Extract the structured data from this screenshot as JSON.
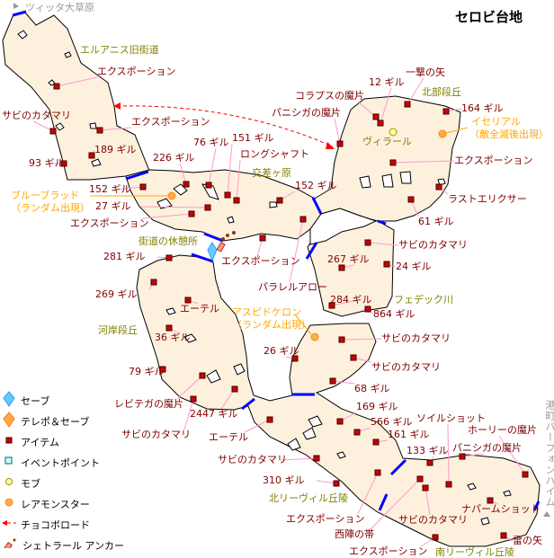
{
  "title": "セロビ台地",
  "exits": {
    "north": "ツィッタ大草原",
    "east": "港町バーフォンハイム"
  },
  "colors": {
    "ground": "#fdf1dd",
    "wall": "#0000ff",
    "item": "#cc0000",
    "leader": "#ff99cc",
    "area": "#808000",
    "rare": "#ffa800",
    "road": "#ff0000"
  },
  "areas": [
    "エルアニス旧街道",
    "交差ヶ原",
    "北部段丘",
    "街道の休憩所",
    "フェデック川",
    "河岸段丘",
    "北リーヴィル丘陵",
    "南リーヴィル丘陵"
  ],
  "mob": "ヴィラール",
  "rare_monsters": [
    {
      "name": "ブルーブラッド",
      "note": "（ランダム出現）"
    },
    {
      "name": "イセリアル",
      "note": "（敵全滅後出現）"
    },
    {
      "name": "アスピドケロン",
      "note": "（ランダム出現）"
    }
  ],
  "items": [
    "エクスポーション",
    "サビのカタマリ",
    "エクスポーション",
    "189 ギル",
    "93 ギル",
    "226 ギル",
    "76 ギル",
    "151 ギル",
    "ロングシャフト",
    "152 ギル",
    "27 ギル",
    "エクスポーション",
    "281 ギル",
    "エクスポーション",
    "152 ギル",
    "コラプスの魔片",
    "パニシガの魔片",
    "12 ギル",
    "一撃の矢",
    "164 ギル",
    "エクスポーション",
    "ラストエリクサー",
    "61 ギル",
    "サビのカタマリ",
    "24 ギル",
    "267 ギル",
    "パラレルアロー",
    "284 ギル",
    "864 ギル",
    "サビのカタマリ",
    "26 ギル",
    "サビのカタマリ",
    "68 ギル",
    "169 ギル",
    "566 ギル",
    "161 ギル",
    "133 ギル",
    "ソイルショット",
    "パニシガの魔片",
    "ホーリーの魔片",
    "ナパームショット",
    "雷の矢",
    "サビのカタマリ",
    "西陣の帯",
    "エクスポーション",
    "エクスポーション",
    "310 ギル",
    "サビのカタマリ",
    "エーテル",
    "サビのカタマリ",
    "2447 ギル",
    "レビテガの魔片",
    "79 ギル",
    "36 ギル",
    "エーテル",
    "269 ギル"
  ],
  "legend": [
    "セーブ",
    "テレポ＆セーブ",
    "アイテム",
    "イベントポイント",
    "モブ",
    "レアモンスター",
    "チョコボロード",
    "シェトラール アンカー"
  ]
}
